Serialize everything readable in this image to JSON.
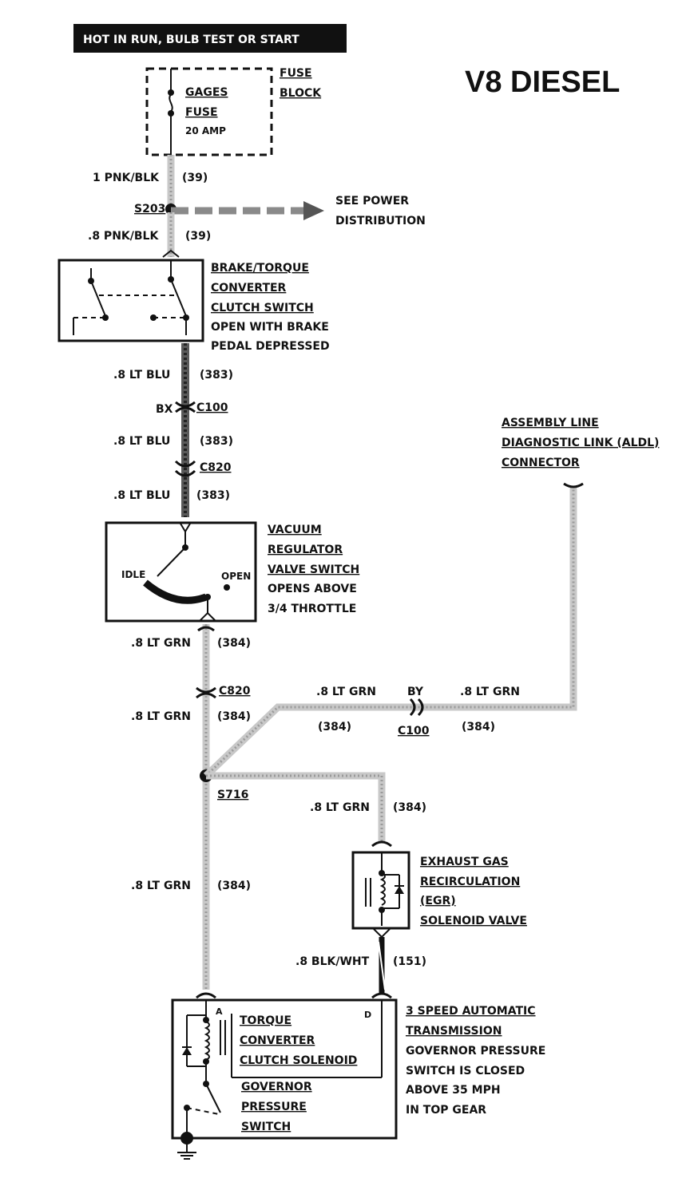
{
  "header": {
    "power_note": "HOT IN RUN,   BULB TEST OR START"
  },
  "title": "V8 DIESEL",
  "fuse_block": {
    "label_line1": "FUSE",
    "label_line2": "BLOCK",
    "fuse_line1": "GAGES",
    "fuse_line2": "FUSE",
    "rating": "20 AMP"
  },
  "wires": {
    "w1": {
      "gauge_color": "1 PNK/BLK",
      "circuit": "(39)"
    },
    "w2": {
      "gauge_color": ".8 PNK/BLK",
      "circuit": "(39)"
    },
    "w3": {
      "gauge_color": ".8 LT BLU",
      "circuit": "(383)"
    },
    "w4": {
      "gauge_color": ".8 LT BLU",
      "circuit": "(383)"
    },
    "w5": {
      "gauge_color": ".8 LT BLU",
      "circuit": "(383)"
    },
    "w6": {
      "gauge_color": ".8 LT GRN",
      "circuit": "(384)"
    },
    "w7": {
      "gauge_color": ".8 LT GRN",
      "circuit": "(384)"
    },
    "w8": {
      "gauge_color": ".8 LT GRN",
      "circuit": "(384)"
    },
    "w9": {
      "gauge_color": ".8 LT GRN",
      "circuit": "(384)"
    },
    "w10": {
      "gauge_color": ".8 LT GRN",
      "circuit": "(384)"
    },
    "w11": {
      "gauge_color": ".8 LT GRN",
      "circuit": "(384)"
    },
    "w12": {
      "gauge_color": ".8 BLK/WHT",
      "circuit": "(151)"
    }
  },
  "splices": {
    "s203": "S203",
    "s716": "S716"
  },
  "connectors": {
    "c100_top": "C100",
    "c100_top_pin": "BX",
    "c820_top": "C820",
    "c820_mid": "C820",
    "c100_mid": "C100",
    "c100_mid_pin": "BY"
  },
  "power_distribution": {
    "line1": "SEE POWER",
    "line2": "DISTRIBUTION"
  },
  "brake_switch": {
    "line1": "BRAKE/TORQUE",
    "line2": "CONVERTER",
    "line3": "CLUTCH SWITCH",
    "line4": "OPEN WITH BRAKE",
    "line5": "PEDAL DEPRESSED"
  },
  "vacuum_switch": {
    "line1": "VACUUM",
    "line2": "REGULATOR",
    "line3": "VALVE SWITCH",
    "line4": "OPENS ABOVE",
    "line5": "3/4 THROTTLE",
    "idle": "IDLE",
    "open": "OPEN"
  },
  "aldl": {
    "line1": "ASSEMBLY LINE",
    "line2": "DIAGNOSTIC LINK (ALDL)",
    "line3": "CONNECTOR"
  },
  "egr": {
    "line1": "EXHAUST GAS",
    "line2": "RECIRCULATION",
    "line3": "(EGR)",
    "line4": "SOLENOID VALVE"
  },
  "transmission": {
    "line1": "3 SPEED AUTOMATIC",
    "line2": "TRANSMISSION",
    "line3": "GOVERNOR PRESSURE",
    "line4": "SWITCH IS CLOSED",
    "line5": "ABOVE 35 MPH",
    "line6": "IN TOP GEAR",
    "pin_a": "A",
    "pin_d": "D"
  },
  "solenoid": {
    "line1": "TORQUE",
    "line2": "CONVERTER",
    "line3": "CLUTCH SOLENOID"
  },
  "governor": {
    "line1": "GOVERNOR",
    "line2": "PRESSURE",
    "line3": "SWITCH"
  }
}
